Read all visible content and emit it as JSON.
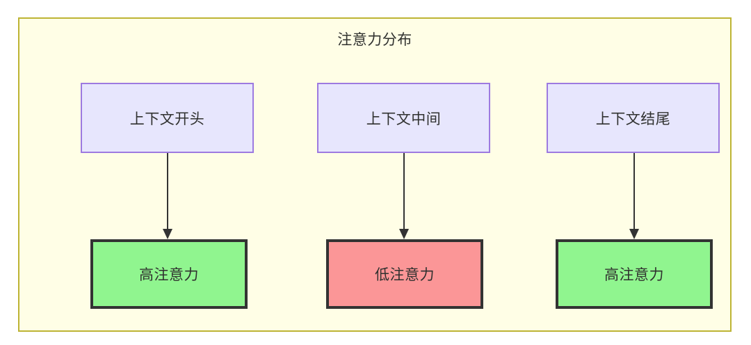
{
  "diagram": {
    "title": "注意力分布",
    "colors": {
      "container_fill": "#fffee6",
      "container_border": "#bdb434",
      "context_fill": "#e7e6fd",
      "context_border": "#9d7ae0",
      "high_attention_fill": "#90f58f",
      "low_attention_fill": "#fb9697",
      "node_border": "#333333",
      "edge": "#333333",
      "text": "#30312f"
    },
    "columns": [
      {
        "context_label": "上下文开头",
        "attention_label": "高注意力",
        "attention_level": "high"
      },
      {
        "context_label": "上下文中间",
        "attention_label": "低注意力",
        "attention_level": "low"
      },
      {
        "context_label": "上下文结尾",
        "attention_label": "高注意力",
        "attention_level": "high"
      }
    ]
  }
}
